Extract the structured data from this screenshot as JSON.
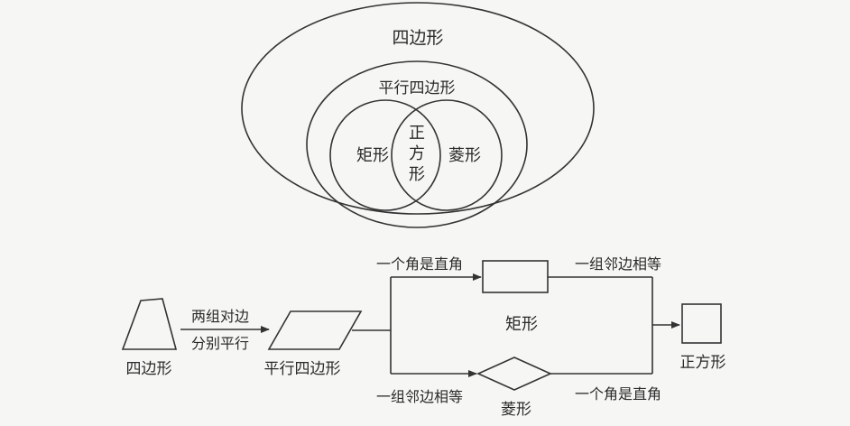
{
  "venn": {
    "outer_label": "四边形",
    "parallelogram_label": "平行四边形",
    "rectangle_label": "矩形",
    "rhombus_label": "菱形",
    "square_label_chars": [
      "正",
      "方",
      "形"
    ]
  },
  "flow": {
    "start_label": "四边形",
    "edge_top_label": "两组对边",
    "edge_bottom_label": "分别平行",
    "parallelogram_label": "平行四边形",
    "top_branch_left_label": "一个角是直角",
    "top_branch_right_label": "一组邻边相等",
    "rectangle_label": "矩形",
    "bottom_branch_left_label": "一组邻边相等",
    "bottom_branch_right_label": "一个角是直角",
    "rhombus_label": "菱形",
    "square_label": "正方形"
  },
  "colors": {
    "line": "#333333",
    "text": "#2a2a2a",
    "background": "#f6f6f4"
  }
}
